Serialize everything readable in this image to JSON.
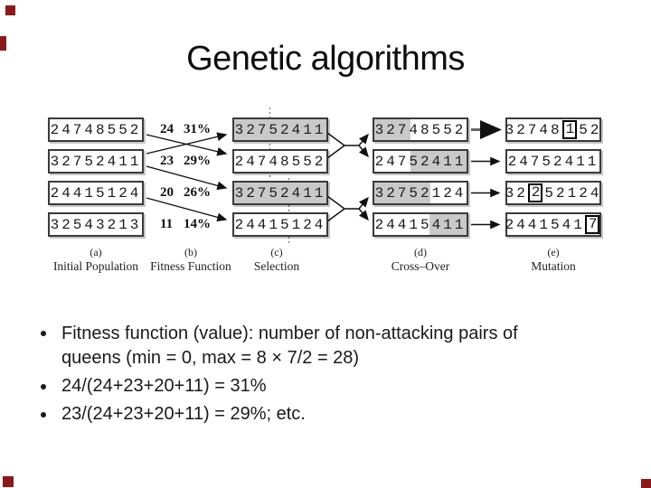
{
  "slide": {
    "title": "Genetic algorithms",
    "accent_color": "#8a1a1a",
    "shade_color": "#c9c9c9"
  },
  "figure": {
    "columns": [
      {
        "tag": "(a)",
        "caption": "Initial Population"
      },
      {
        "tag": "(b)",
        "caption": "Fitness Function"
      },
      {
        "tag": "(c)",
        "caption": "Selection"
      },
      {
        "tag": "(d)",
        "caption": "Cross–Over"
      },
      {
        "tag": "(e)",
        "caption": "Mutation"
      }
    ],
    "initial_population": [
      "24748552",
      "32752411",
      "24415124",
      "32543213"
    ],
    "fitness": [
      {
        "value": "24",
        "percent": "31%"
      },
      {
        "value": "23",
        "percent": "29%"
      },
      {
        "value": "20",
        "percent": "26%"
      },
      {
        "value": "11",
        "percent": "14%"
      }
    ],
    "selection": [
      "32752411",
      "24748552",
      "32752411",
      "24415124"
    ],
    "selection_shaded": [
      true,
      false,
      true,
      false
    ],
    "crossover": [
      "32748552",
      "24752411",
      "32752124",
      "24415411"
    ],
    "crossover_shaded_part": [
      "first3",
      "last5",
      "first5",
      "last3"
    ],
    "mutation": [
      {
        "pre": "32748",
        "changed": "1",
        "post": "52"
      },
      {
        "pre": "24752411",
        "changed": "",
        "post": ""
      },
      {
        "pre": "32",
        "changed": "2",
        "post": "52124"
      },
      {
        "pre": "2441541",
        "changed": "7",
        "post": ""
      }
    ]
  },
  "bullets": {
    "item1_line1": "Fitness function (value): number of non-attacking pairs of",
    "item1_line2": "queens (min = 0, max = 8 × 7/2 = 28)",
    "item2": "24/(24+23+20+11) = 31%",
    "item3": "23/(24+23+20+11) = 29%; etc."
  }
}
